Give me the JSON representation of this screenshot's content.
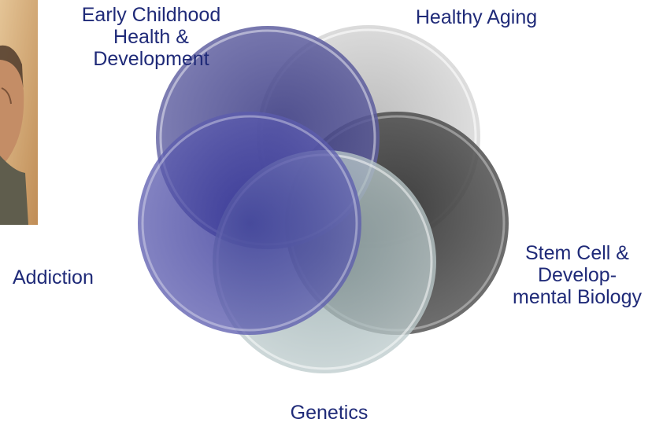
{
  "diagram": {
    "circles": [
      {
        "name": "Early Childhood Health & Development",
        "color": "#4a4a8a"
      },
      {
        "name": "Healthy Aging",
        "color": "#bdbdbd"
      },
      {
        "name": "Stem Cell & Developmental Biology",
        "color": "#303030"
      },
      {
        "name": "Genetics",
        "color": "#9fb3b6"
      },
      {
        "name": "Addiction",
        "color": "#3b3b96"
      }
    ],
    "labels": {
      "early_childhood": {
        "line1": "Early Childhood",
        "line2": "Health &",
        "line3": "Development"
      },
      "healthy_aging": "Healthy Aging",
      "stem_cell": {
        "line1": "Stem Cell &",
        "line2": "Develop-",
        "line3": "mental  Biology"
      },
      "addiction": "Addiction",
      "genetics": "Genetics"
    }
  },
  "photo": {
    "icon": "person-photo-icon",
    "colors": {
      "background": "#c9a16a",
      "face": "#c48d66",
      "hair": "#4f3a2a",
      "shirt": "#5f5d4d"
    }
  }
}
